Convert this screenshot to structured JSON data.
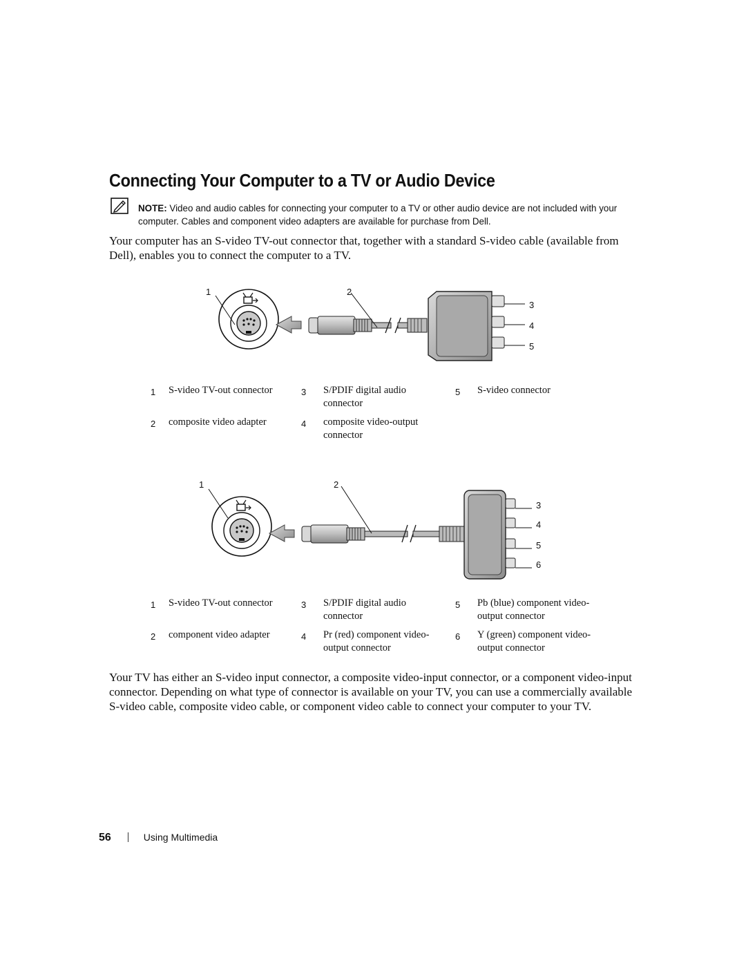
{
  "heading": "Connecting Your Computer to a TV or Audio Device",
  "note": {
    "label": "NOTE:",
    "text": "Video and audio cables for connecting your computer to a TV or other audio device are not included with your computer. Cables and component video adapters are available for purchase from Dell."
  },
  "intro": "Your computer has an S-video TV-out connector that, together with a standard S-video cable (available from Dell), enables you to connect the computer to a TV.",
  "figure1": {
    "callouts": [
      "1",
      "2",
      "3",
      "4",
      "5"
    ],
    "legend": [
      {
        "num": "1",
        "text": "S-video TV-out connector"
      },
      {
        "num": "2",
        "text": "composite video adapter"
      },
      {
        "num": "3",
        "text": "S/PDIF digital audio connector"
      },
      {
        "num": "4",
        "text": "composite video-output connector"
      },
      {
        "num": "5",
        "text": "S-video connector"
      }
    ]
  },
  "figure2": {
    "callouts": [
      "1",
      "2",
      "3",
      "4",
      "5",
      "6"
    ],
    "legend": [
      {
        "num": "1",
        "text": "S-video TV-out connector"
      },
      {
        "num": "2",
        "text": "component video adapter"
      },
      {
        "num": "3",
        "text": "S/PDIF digital audio connector"
      },
      {
        "num": "4",
        "text": "Pr (red) component video-output connector"
      },
      {
        "num": "5",
        "text": "Pb (blue) component video-output connector"
      },
      {
        "num": "6",
        "text": "Y (green) component video-output connector"
      }
    ]
  },
  "closing": "Your TV has either an S-video input connector, a composite video-input connector, or a component video-input connector. Depending on what type of connector is available on your TV, you can use a commercially available S-video cable, composite video cable, or component video cable to connect your computer to your TV.",
  "footer": {
    "page_number": "56",
    "section": "Using Multimedia"
  }
}
